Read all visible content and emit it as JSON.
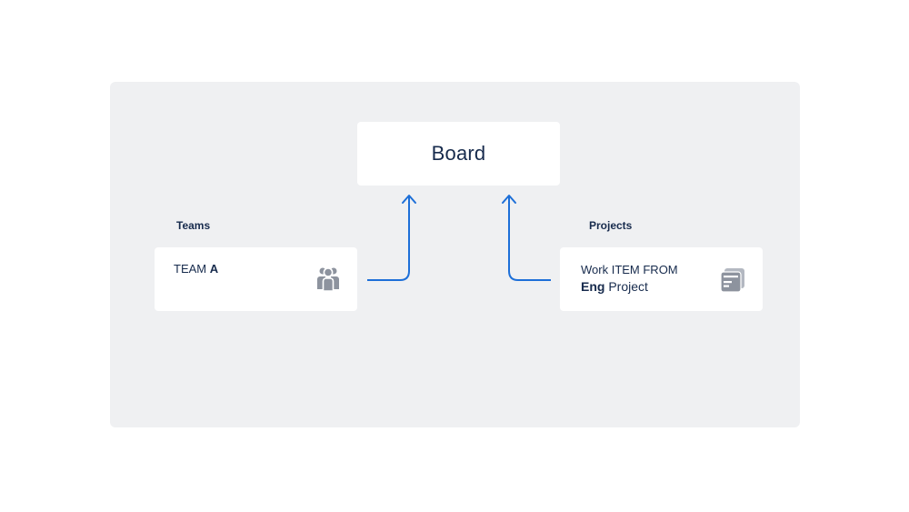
{
  "board": {
    "title": "Board"
  },
  "teams": {
    "section_label": "Teams",
    "card": {
      "prefix": "TEAM",
      "name": "A"
    },
    "icon": "people-icon"
  },
  "projects": {
    "section_label": "Projects",
    "card": {
      "line1": "Work ITEM FROM",
      "bold": "Eng",
      "rest": "Project"
    },
    "icon": "project-board-icon"
  },
  "colors": {
    "panel": "#eff0f2",
    "card": "#ffffff",
    "text": "#172b4d",
    "arrow": "#1d6fd8",
    "icon": "#8d939e"
  }
}
